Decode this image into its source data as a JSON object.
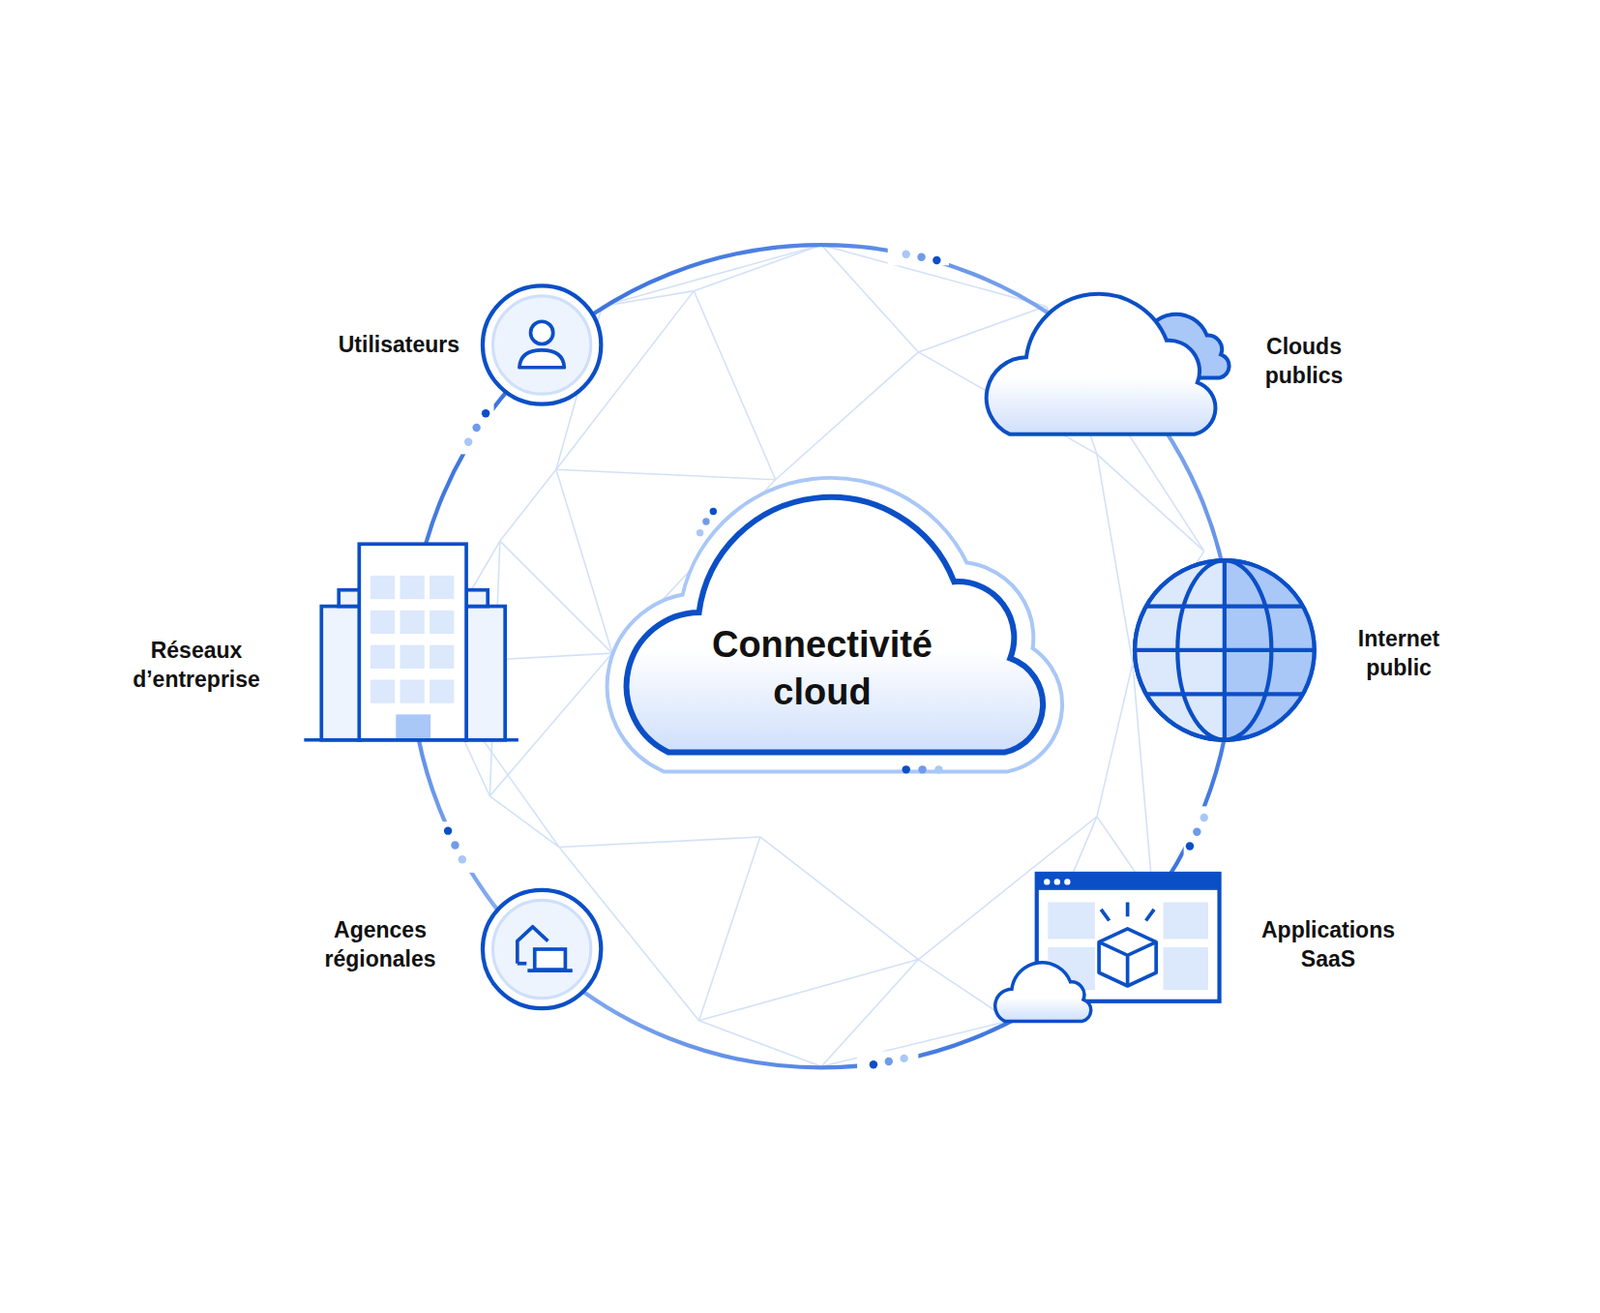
{
  "diagram": {
    "nodes": [
      {
        "text": [
          "Utilisateurs"
        ]
      },
      {
        "text": [
          "Clouds publics"
        ]
      },
      {
        "text": [
          "Réseaux d’entreprise"
        ]
      },
      {
        "text": [
          "Connectivité cloud"
        ]
      },
      {
        "text": [
          "Internet public"
        ]
      },
      {
        "text": [
          "Agences régionales"
        ]
      },
      {
        "text": [
          "Applications SaaS"
        ]
      }
    ]
  }
}
